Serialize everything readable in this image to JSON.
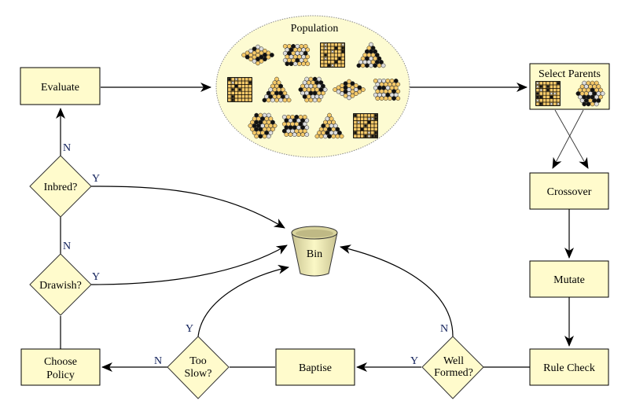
{
  "diagram": {
    "nodes": {
      "population": {
        "label": "Population"
      },
      "evaluate": {
        "label": "Evaluate"
      },
      "select_parents": {
        "label": "Select Parents"
      },
      "crossover": {
        "label": "Crossover"
      },
      "mutate": {
        "label": "Mutate"
      },
      "rule_check": {
        "label": "Rule Check"
      },
      "well_formed": {
        "line1": "Well",
        "line2": "Formed?"
      },
      "baptise": {
        "label": "Baptise"
      },
      "too_slow": {
        "line1": "Too",
        "line2": "Slow?"
      },
      "choose_policy": {
        "line1": "Choose",
        "line2": "Policy"
      },
      "drawish": {
        "label": "Drawish?"
      },
      "inbred": {
        "label": "Inbred?"
      },
      "bin": {
        "label": "Bin"
      }
    },
    "edge_labels": {
      "inbred_no": "N",
      "inbred_yes": "Y",
      "drawish_no": "N",
      "drawish_yes": "Y",
      "too_slow_yes": "Y",
      "too_slow_no": "N",
      "well_formed_no": "N",
      "well_formed_yes": "Y"
    },
    "population_boards": [
      [
        "rhombus",
        "hex-square",
        "grid",
        "triangle"
      ],
      [
        "grid",
        "triangle",
        "hexagon",
        "rhombus",
        "hex-square"
      ],
      [
        "hexagon",
        "hex-square",
        "triangle",
        "grid"
      ]
    ],
    "parent_boards": [
      "grid",
      "hexagon"
    ],
    "colors": {
      "node_fill": "#fffbcc",
      "population_fill": "#fdfbd2",
      "cell_fill": "#f5c969",
      "stone_black": "#111111",
      "stone_white": "#dddddd"
    }
  }
}
